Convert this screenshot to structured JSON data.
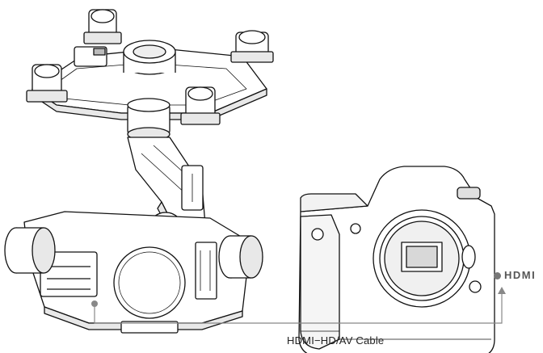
{
  "diagram": {
    "cable_label": "HDMI−HD/AV Cable",
    "hdmi_logo": "HDMI",
    "colors": {
      "line": "#111111",
      "connector": "#888888",
      "fill": "#ffffff",
      "shade": "#dddddd"
    },
    "icons": [
      "gimbal-illustration",
      "camera-illustration",
      "hdmi-logo-icon",
      "connection-dot-icon"
    ]
  }
}
